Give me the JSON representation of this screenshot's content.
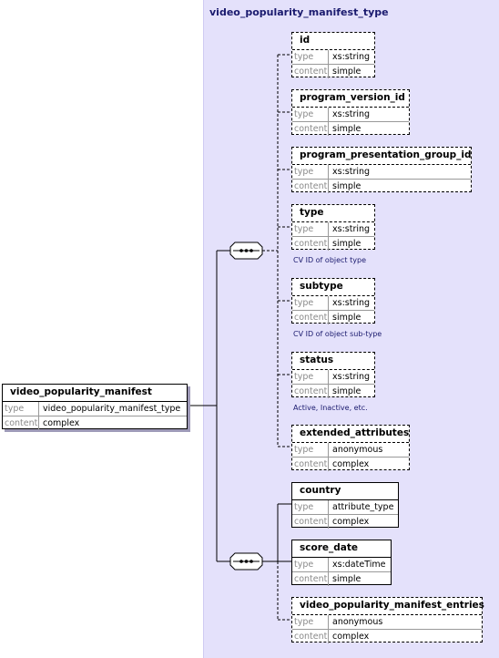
{
  "type_title": "video_popularity_manifest_type",
  "root": {
    "name": "video_popularity_manifest",
    "type_label": "type",
    "type_value": "video_popularity_manifest_type",
    "content_label": "content",
    "content_value": "complex"
  },
  "attributes": [
    {
      "name": "id",
      "type": "xs:string",
      "content": "simple",
      "note": ""
    },
    {
      "name": "program_version_id",
      "type": "xs:string",
      "content": "simple",
      "note": ""
    },
    {
      "name": "program_presentation_group_id",
      "type": "xs:string",
      "content": "simple",
      "note": ""
    },
    {
      "name": "type",
      "type": "xs:string",
      "content": "simple",
      "note": "CV ID of object type"
    },
    {
      "name": "subtype",
      "type": "xs:string",
      "content": "simple",
      "note": "CV ID of object sub-type"
    },
    {
      "name": "status",
      "type": "xs:string",
      "content": "simple",
      "note": "Active, Inactive, etc."
    },
    {
      "name": "extended_attributes",
      "type": "anonymous",
      "content": "complex",
      "note": ""
    }
  ],
  "elements": [
    {
      "name": "country",
      "type": "attribute_type",
      "content": "complex"
    },
    {
      "name": "score_date",
      "type": "xs:dateTime",
      "content": "simple"
    },
    {
      "name": "video_popularity_manifest_entries",
      "type": "anonymous",
      "content": "complex"
    }
  ],
  "labels": {
    "type": "type",
    "content": "content"
  }
}
